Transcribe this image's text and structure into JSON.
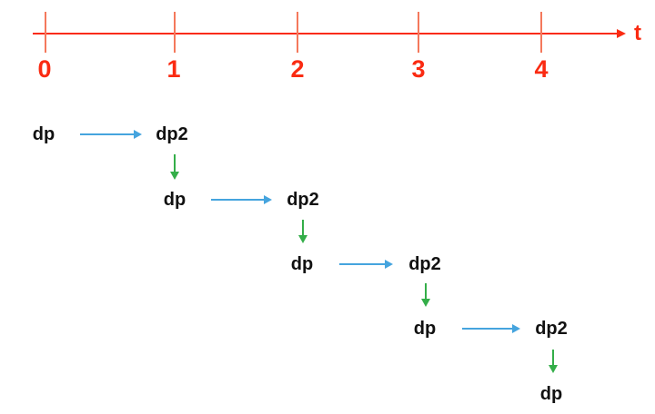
{
  "colors": {
    "axis_red": "#fa2b12",
    "tick_salmon": "#f4795c",
    "arrow_blue": "#45a4de",
    "arrow_green": "#34ae49",
    "node_text": "#111111",
    "background": "#ffffff"
  },
  "timeline": {
    "axis_label": "t",
    "ticks": [
      {
        "value": "0"
      },
      {
        "value": "1"
      },
      {
        "value": "2"
      },
      {
        "value": "3"
      },
      {
        "value": "4"
      }
    ]
  },
  "cascade": {
    "rows": [
      {
        "from": "dp",
        "to": "dp2"
      },
      {
        "from": "dp",
        "to": "dp2"
      },
      {
        "from": "dp",
        "to": "dp2"
      },
      {
        "from": "dp",
        "to": "dp2"
      }
    ],
    "final_label": "dp"
  }
}
